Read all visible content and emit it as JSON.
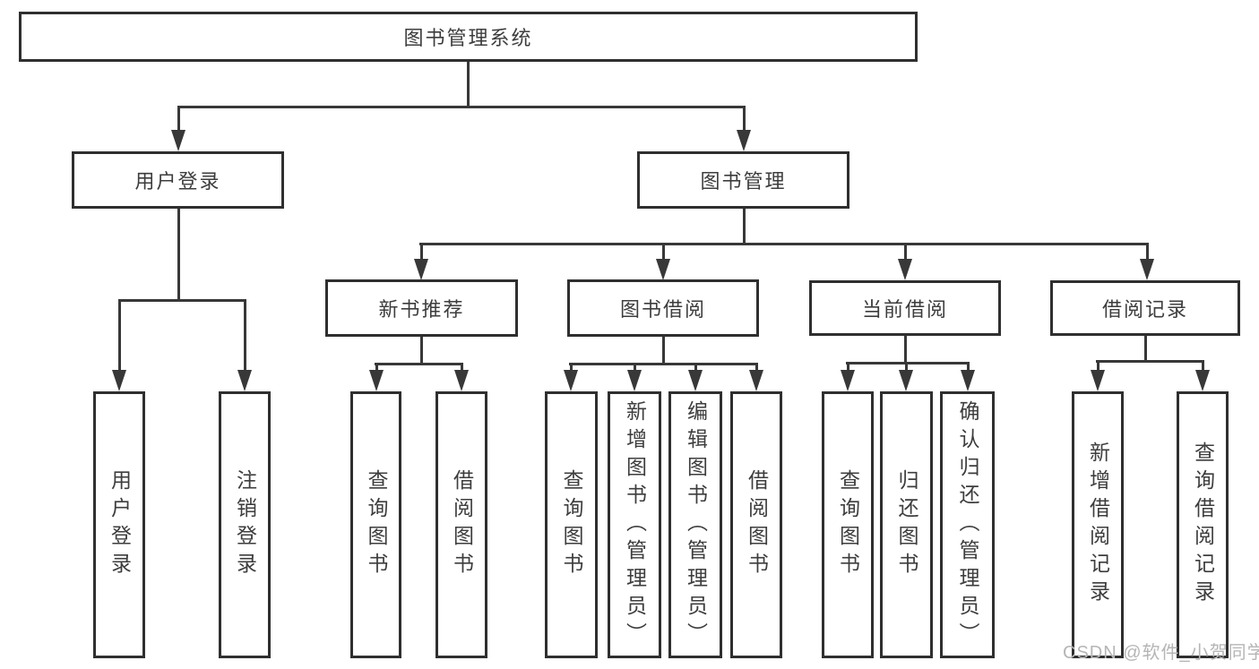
{
  "nodes": {
    "root": "图书管理系统",
    "user_login": "用户登录",
    "book_mgmt": "图书管理",
    "new_book_rec": "新书推荐",
    "book_borrow": "图书借阅",
    "current_borrow": "当前借阅",
    "borrow_records": "借阅记录",
    "ul_user_login": "用户登录",
    "ul_logout": "注销登录",
    "nb_query_book": "查询图书",
    "nb_borrow_book": "借阅图书",
    "bb_query_book": "查询图书",
    "bb_add_book": "新增图书（管理员）",
    "bb_edit_book": "编辑图书（管理员）",
    "bb_borrow_book": "借阅图书",
    "cb_query_book": "查询图书",
    "cb_return_book": "归还图书",
    "cb_confirm_return": "确认归还（管理员）",
    "br_add_record": "新增借阅记录",
    "br_query_record": "查询借阅记录"
  },
  "watermark": "CSDN @软件_小贺同学",
  "colors": {
    "line": "#383838",
    "border": "#2f2f2f",
    "text": "#3d3d3d",
    "watermark": "#b5b5b5",
    "background": "#ffffff"
  }
}
